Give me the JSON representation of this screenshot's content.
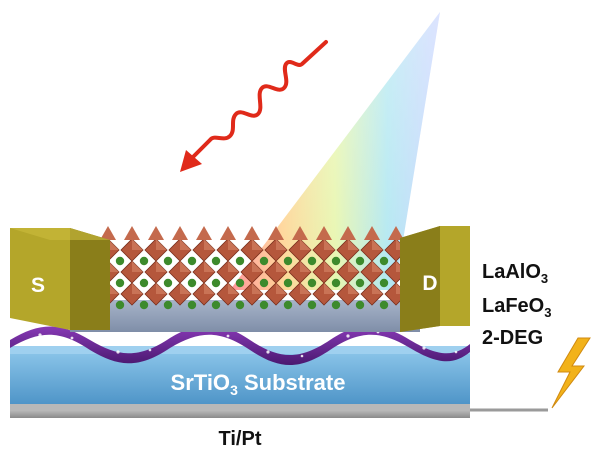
{
  "electrodes": {
    "source": "S",
    "drain": "D"
  },
  "substrate": {
    "name": "SrTiO",
    "sub": "3",
    "suffix": " Substrate"
  },
  "bottom_contact": "Ti/Pt",
  "legend": [
    {
      "base": "LaAlO",
      "sub": "3"
    },
    {
      "base": "LaFeO",
      "sub": "3"
    },
    {
      "base": "2-DEG",
      "sub": ""
    }
  ],
  "colors": {
    "electrode": "#b4a62a",
    "electrode_dark": "#8a7e1a",
    "octahedra": "#b5573c",
    "atoms": "#3d8a2c",
    "lower_layer": "#8c9cb6",
    "deg_wave": "#6a2a93",
    "substrate": "#63a9d6",
    "substrate_side": "#3f7fae",
    "base_plate": "#9a9a9a",
    "photon": "#e02a1a",
    "bolt": "#f2b21a"
  },
  "icons": {
    "photon": "wavy-photon-arrow-icon",
    "bolt": "lightning-bolt-icon",
    "beam": "rainbow-light-beam-icon"
  }
}
